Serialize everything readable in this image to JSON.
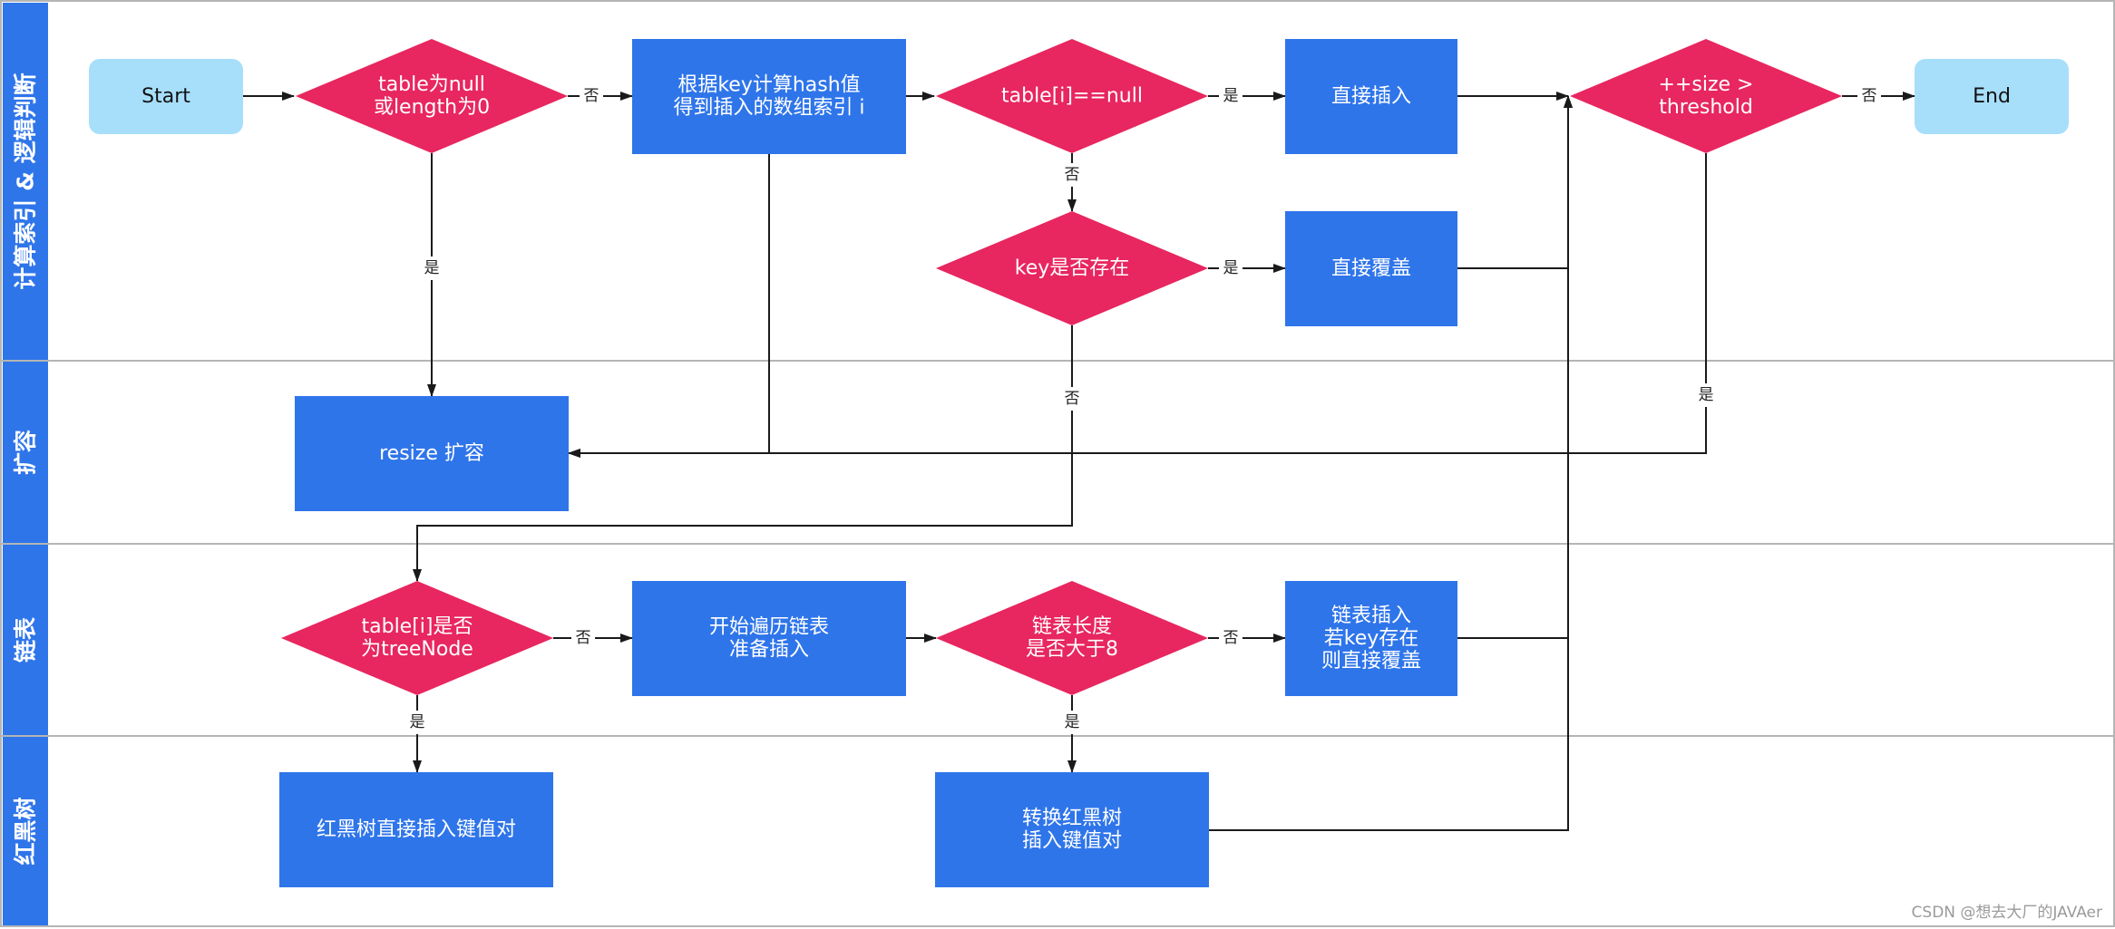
{
  "colors": {
    "lane_bar": "#2f75ea",
    "process": "#2f75ea",
    "decision": "#e8265f",
    "terminal": "#a7dffb",
    "edge": "#1a1a1a",
    "lane_divider": "#b5b5b5"
  },
  "lanes": [
    {
      "id": "calc",
      "label": "计算索引 & 逻辑判断"
    },
    {
      "id": "resize",
      "label": "扩容"
    },
    {
      "id": "list",
      "label": "链表"
    },
    {
      "id": "tree",
      "label": "红黑树"
    }
  ],
  "nodes": {
    "start": {
      "kind": "terminal",
      "lines": [
        "Start"
      ]
    },
    "check_null": {
      "kind": "decision",
      "lines": [
        "table为null",
        "或length为0"
      ]
    },
    "calc_index": {
      "kind": "process",
      "lines": [
        "根据key计算hash值",
        "得到插入的数组索引 i"
      ]
    },
    "slot_null": {
      "kind": "decision",
      "lines": [
        "table[i]==null"
      ]
    },
    "insert_direct": {
      "kind": "process",
      "lines": [
        "直接插入"
      ]
    },
    "size_check": {
      "kind": "decision",
      "lines": [
        "++size >",
        "threshold"
      ]
    },
    "end": {
      "kind": "terminal",
      "lines": [
        "End"
      ]
    },
    "key_exists": {
      "kind": "decision",
      "lines": [
        "key是否存在"
      ]
    },
    "overwrite": {
      "kind": "process",
      "lines": [
        "直接覆盖"
      ]
    },
    "resize": {
      "kind": "process",
      "lines": [
        "resize 扩容"
      ]
    },
    "is_treenode": {
      "kind": "decision",
      "lines": [
        "table[i]是否",
        "为treeNode"
      ]
    },
    "traverse_list": {
      "kind": "process",
      "lines": [
        "开始遍历链表",
        "准备插入"
      ]
    },
    "list_len": {
      "kind": "decision",
      "lines": [
        "链表长度",
        "是否大于8"
      ]
    },
    "list_insert": {
      "kind": "process",
      "lines": [
        "链表插入",
        "若key存在",
        "则直接覆盖"
      ]
    },
    "tree_insert": {
      "kind": "process",
      "lines": [
        "红黑树直接插入键值对"
      ]
    },
    "convert_tree": {
      "kind": "process",
      "lines": [
        "转换红黑树",
        "插入键值对"
      ]
    }
  },
  "edges": [
    {
      "from": "start",
      "to": "check_null",
      "label": ""
    },
    {
      "from": "check_null",
      "to": "calc_index",
      "label": "否"
    },
    {
      "from": "check_null",
      "to": "resize",
      "label": "是"
    },
    {
      "from": "calc_index",
      "to": "slot_null",
      "label": ""
    },
    {
      "from": "calc_index",
      "to": "resize",
      "label": ""
    },
    {
      "from": "slot_null",
      "to": "insert_direct",
      "label": "是"
    },
    {
      "from": "slot_null",
      "to": "key_exists",
      "label": "否"
    },
    {
      "from": "insert_direct",
      "to": "size_check",
      "label": ""
    },
    {
      "from": "size_check",
      "to": "end",
      "label": "否"
    },
    {
      "from": "size_check",
      "to": "resize",
      "label": "是"
    },
    {
      "from": "key_exists",
      "to": "overwrite",
      "label": "是"
    },
    {
      "from": "key_exists",
      "to": "is_treenode",
      "label": "否"
    },
    {
      "from": "overwrite",
      "to": "size_check",
      "label": ""
    },
    {
      "from": "is_treenode",
      "to": "traverse_list",
      "label": "否"
    },
    {
      "from": "is_treenode",
      "to": "tree_insert",
      "label": "是"
    },
    {
      "from": "traverse_list",
      "to": "list_len",
      "label": ""
    },
    {
      "from": "list_len",
      "to": "list_insert",
      "label": "否"
    },
    {
      "from": "list_len",
      "to": "convert_tree",
      "label": "是"
    },
    {
      "from": "list_insert",
      "to": "size_check",
      "label": ""
    },
    {
      "from": "convert_tree",
      "to": "size_check",
      "label": ""
    }
  ],
  "watermark": "CSDN @想去大厂的JAVAer"
}
